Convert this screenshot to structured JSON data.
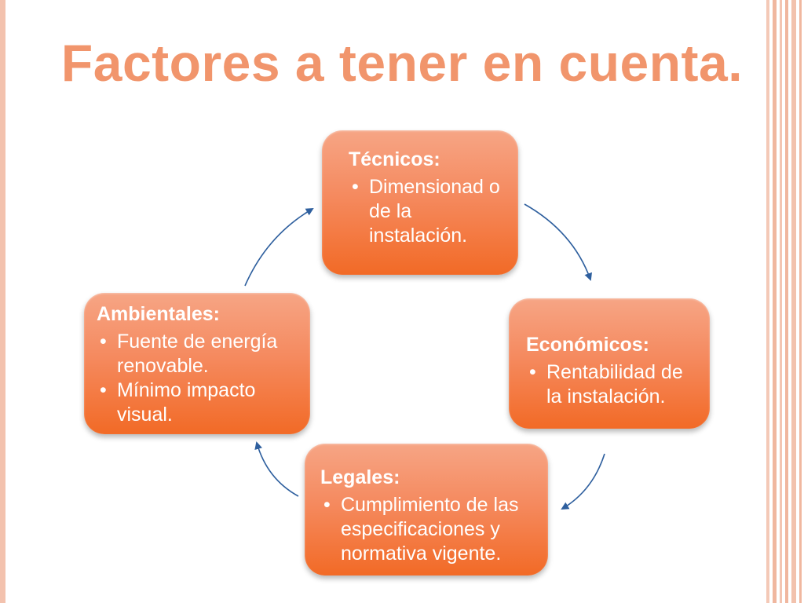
{
  "title": "Factores a tener en cuenta.",
  "colors": {
    "title": "#f1956c",
    "node_top": "#f6a585",
    "node_bottom": "#f26a26",
    "arrow": "#2e5f9e",
    "border": "#f0b79f"
  },
  "nodes": [
    {
      "heading": "Técnicos:",
      "bullets": [
        "Dimensionad o de   la instalación."
      ]
    },
    {
      "heading": "Económicos:",
      "bullets": [
        "Rentabilidad de la instalación."
      ]
    },
    {
      "heading": "Legales:",
      "bullets": [
        "Cumplimiento de las especificaciones y normativa vigente."
      ]
    },
    {
      "heading": "Ambientales:",
      "bullets": [
        "Fuente de energía renovable.",
        "Mínimo impacto visual."
      ]
    }
  ],
  "arrow_icon": "curved-arrow-icon"
}
